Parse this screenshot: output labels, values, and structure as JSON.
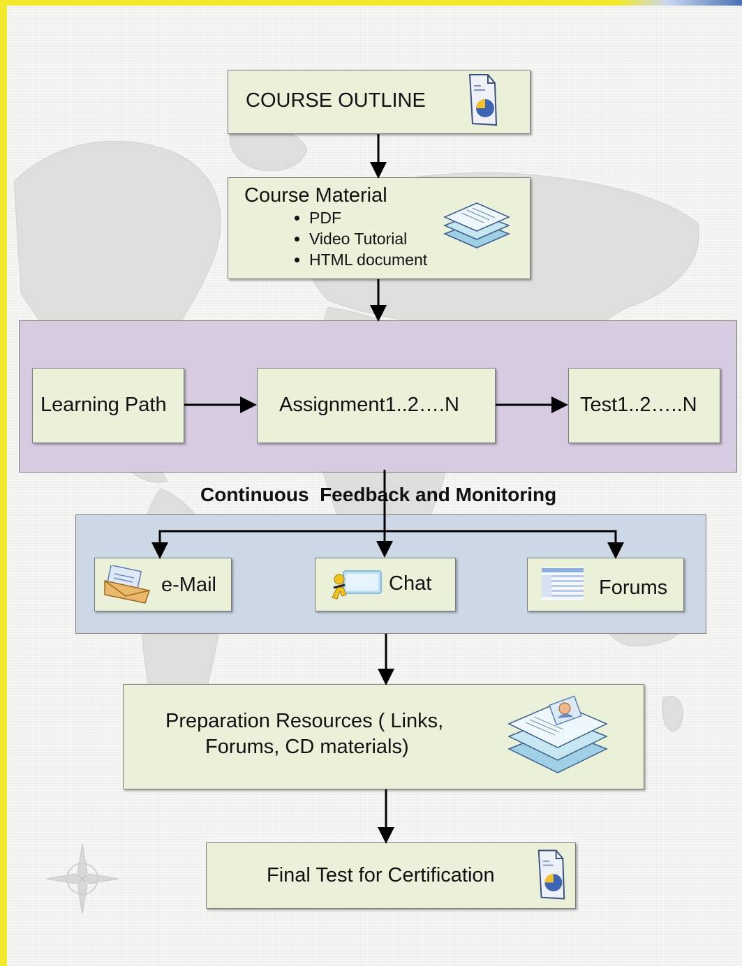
{
  "course_outline": {
    "title": "COURSE OUTLINE"
  },
  "course_material": {
    "title": "Course Material",
    "items": [
      "PDF",
      "Video Tutorial",
      "HTML document"
    ]
  },
  "learning_row": {
    "learning_path": "Learning Path",
    "assignment": "Assignment1..2….N",
    "test": "Test1..2…..N"
  },
  "feedback_label": "Continuous  Feedback and Monitoring",
  "communication": {
    "email": "e-Mail",
    "chat": "Chat",
    "forums": "Forums"
  },
  "preparation": {
    "line1": "Preparation Resources ( Links,",
    "line2": "Forums, CD materials)"
  },
  "final_test": {
    "title": "Final Test for Certification"
  },
  "colors": {
    "box_fill": "#ebf0d9",
    "purple_panel": "#d6cbe0",
    "blue_panel": "#ccd8e6",
    "frame_border": "#f3e92a"
  },
  "icons": [
    "document-chart-icon",
    "stacked-pages-icon",
    "envelope-icon",
    "chat-buddy-icon",
    "forum-list-icon",
    "profile-pages-icon",
    "compass-rose-icon"
  ]
}
